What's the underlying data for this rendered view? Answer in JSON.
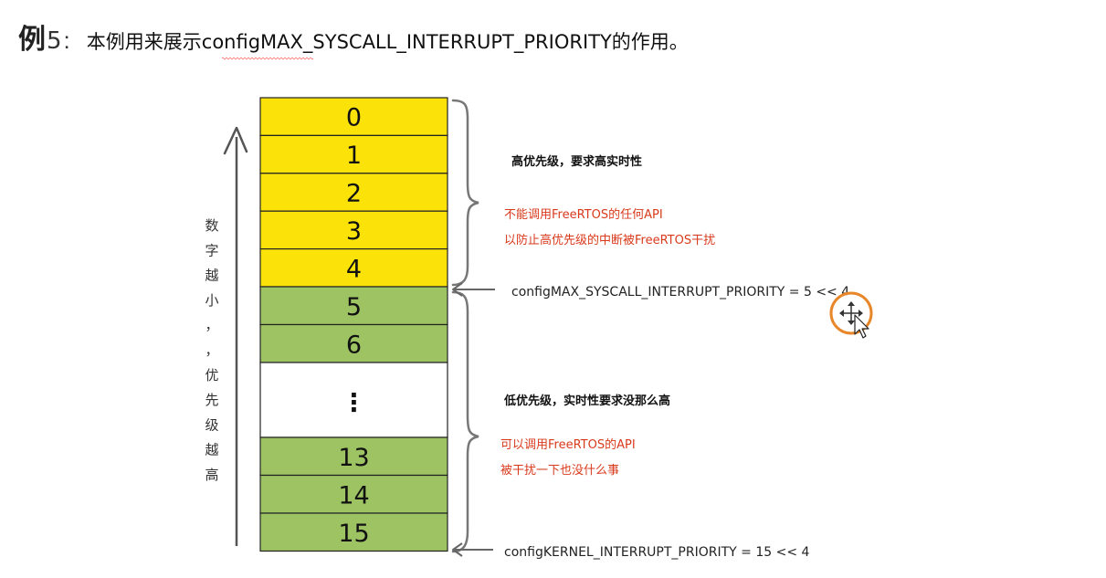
{
  "header": {
    "prefix": "例",
    "number": "5",
    "colon": ":",
    "description": "本例用来展示configMAX_SYSCALL_INTERRUPT_PRIORITY的作用。"
  },
  "axis_label": [
    "数",
    "字",
    "越",
    "小",
    "，",
    "，",
    "优",
    "先",
    "级",
    "越",
    "高"
  ],
  "priority_levels": [
    {
      "label": "0",
      "zone": "high"
    },
    {
      "label": "1",
      "zone": "high"
    },
    {
      "label": "2",
      "zone": "high"
    },
    {
      "label": "3",
      "zone": "high"
    },
    {
      "label": "4",
      "zone": "high"
    },
    {
      "label": "5",
      "zone": "low"
    },
    {
      "label": "6",
      "zone": "low"
    },
    {
      "label": "⋮",
      "zone": "gap"
    },
    {
      "label": "13",
      "zone": "low"
    },
    {
      "label": "14",
      "zone": "low"
    },
    {
      "label": "15",
      "zone": "low"
    }
  ],
  "high_group": {
    "heading": "高优先级，要求高实时性",
    "notes": [
      "不能调用FreeRTOS的任何API",
      "以防止高优先级的中断被FreeRTOS干扰"
    ]
  },
  "low_group": {
    "heading": "低优先级，实时性要求没那么高",
    "notes": [
      "可以调用FreeRTOS的API",
      "被干扰一下也没什么事"
    ]
  },
  "markers": {
    "max_syscall": "configMAX_SYSCALL_INTERRUPT_PRIORITY = 5 << 4",
    "kernel": "configKERNEL_INTERRUPT_PRIORITY = 15 << 4"
  },
  "colors": {
    "high": "#fbe30a",
    "low": "#9dc363",
    "gap": "#ffffff",
    "red_text": "#d93a1c",
    "cursor_ring": "#e8862a"
  }
}
